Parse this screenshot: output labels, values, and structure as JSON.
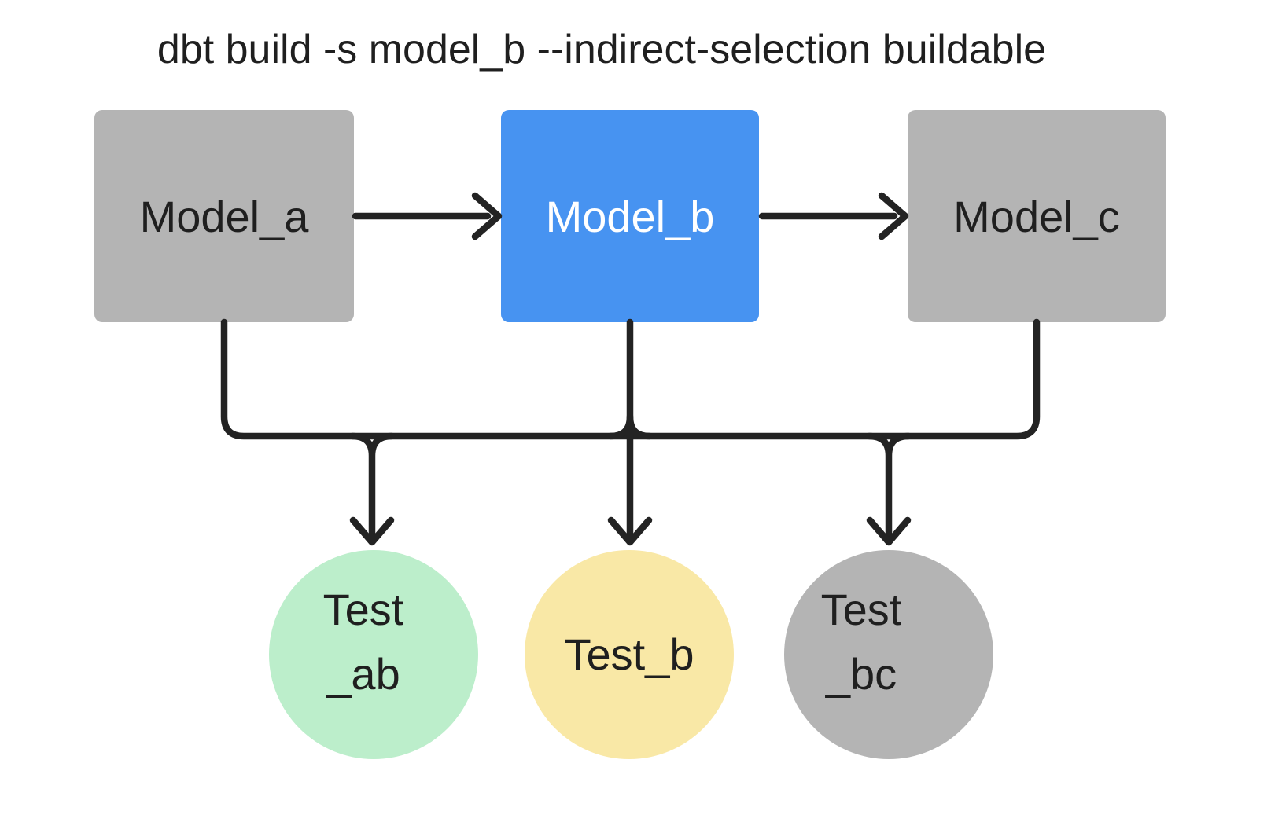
{
  "title": "dbt build -s model_b --indirect-selection buildable",
  "colors": {
    "background": "#ffffff",
    "edge": "#232323",
    "text_dark": "#1f1f1f",
    "text_on_selected": "#ffffff",
    "model_selected_fill": "#4793f1",
    "model_unselected_fill": "#b4b4b4",
    "test_ab_fill": "#bceecb",
    "test_b_fill": "#f9e8a6",
    "test_bc_fill": "#b4b4b4"
  },
  "nodes": {
    "model_a": {
      "label": "Model_a"
    },
    "model_b": {
      "label": "Model_b"
    },
    "model_c": {
      "label": "Model_c"
    },
    "test_ab": {
      "line1": "Test",
      "line2": "_ab"
    },
    "test_b": {
      "label": "Test_b"
    },
    "test_bc": {
      "line1": "Test",
      "line2": "_bc"
    }
  }
}
